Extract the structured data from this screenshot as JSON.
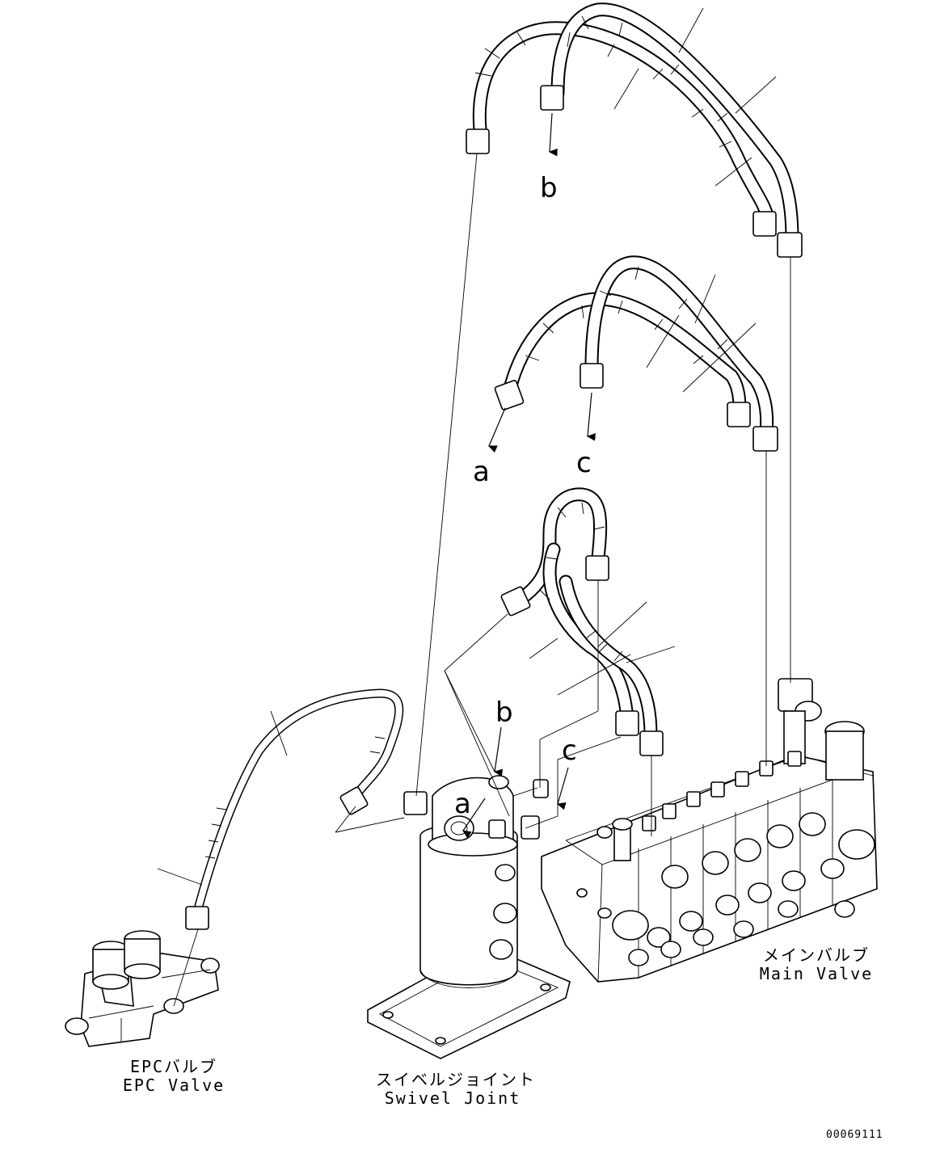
{
  "components": {
    "epc_valve": {
      "label_jp": "EPCバルブ",
      "label_en": "EPC Valve"
    },
    "swivel_joint": {
      "label_jp": "スイベルジョイント",
      "label_en": "Swivel Joint"
    },
    "main_valve": {
      "label_jp": "メインバルブ",
      "label_en": "Main Valve"
    }
  },
  "connection_markers": {
    "b_top": "b",
    "a_mid": "a",
    "c_mid": "c",
    "b_swivel": "b",
    "a_swivel": "a",
    "c_swivel": "c"
  },
  "drawing_number": "00069111",
  "colors": {
    "line": "#000000",
    "background": "#ffffff"
  }
}
